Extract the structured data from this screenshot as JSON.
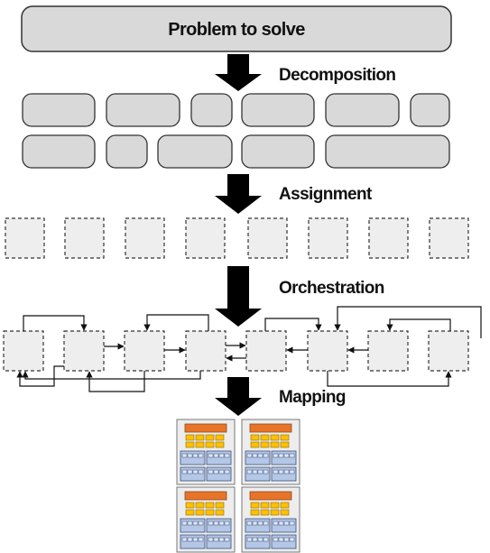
{
  "problem_label": "Problem to solve",
  "stages": {
    "decomposition": "Decomposition",
    "assignment": "Assignment",
    "orchestration": "Orchestration",
    "mapping": "Mapping"
  },
  "colors": {
    "task_fill": "#d9d9d9",
    "assign_fill": "#eeeeee",
    "stroke": "#333333",
    "arrow": "#111111",
    "core_orange": "#e8742a",
    "core_yellow": "#ffc000",
    "core_blue": "#b4c7e7",
    "chip_bg": "#ededed"
  }
}
